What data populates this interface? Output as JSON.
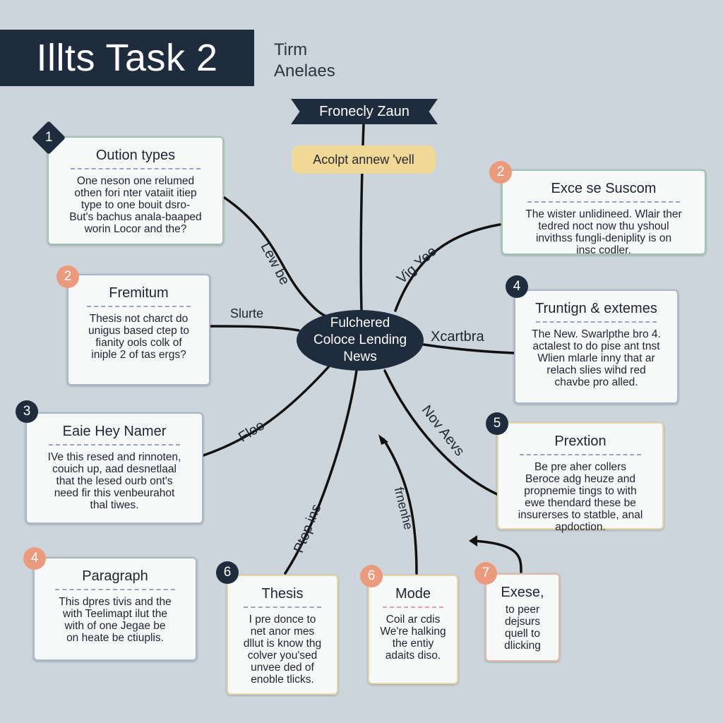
{
  "header": {
    "title": "Illts Task 2",
    "subtitle_line1": "Tirm",
    "subtitle_line2": "Anelaes"
  },
  "ribbon": "Fronecly Zaun",
  "pill": "Acolpt annew 'vell",
  "center": {
    "line1": "Fulchered",
    "line2": "Coloce Lending",
    "line3": "News"
  },
  "branch_labels": {
    "lew_be": "Lew be",
    "vig_yee": "Vig Yee",
    "slurte": "Slurte",
    "xcartbra": "Xcartbra",
    "floe": "Floe",
    "nov_aevs": "Nov Aevs",
    "ptop_ins": "Ptop ins",
    "frnenhe": "frnenhe"
  },
  "cards": {
    "oution": {
      "badge": "1",
      "title": "Oution types",
      "body": [
        "One neson one relumed",
        "othen fori nter vataiit itiep",
        "type to one bouit dsro-",
        "But's bachus anala-baaped",
        "worin Locor and the?"
      ]
    },
    "excese": {
      "badge": "2",
      "title": "Exce se Suscom",
      "body": [
        "The wister unlidineed. Wlair ther",
        "tedred noct now thu yshoul",
        "invithss fungli-deniplity is on",
        "insc codler."
      ]
    },
    "fremitum": {
      "badge": "2",
      "title": "Fremitum",
      "body": [
        "Thesis not charct do",
        "unigus based ctep to",
        "fianity ools colk of",
        "iniple 2 of tas ergs?"
      ]
    },
    "truntign": {
      "badge": "4",
      "title": "Truntign & extemes",
      "body": [
        "The New. Swarlpthe bro 4.",
        "actalest to do pise ant tnst",
        "Wlien mlarle inny that ar",
        "relach slies wihd red",
        "chavbe pro alled."
      ]
    },
    "eaie": {
      "badge": "3",
      "title": "Eaie Hey Namer",
      "body": [
        "IVe this resed and rinnoten,",
        "couich up, aad desnetlaal",
        "that the lesed ourb ont's",
        "need fir this venbeurahot",
        "thal tiwes."
      ]
    },
    "prextion": {
      "badge": "5",
      "title": "Prextion",
      "body": [
        "Be pre aher collers",
        "Beroce adg heuze and",
        "propnemie tings to with",
        "ewe thendard these be",
        "insurerses to statble, anal",
        "apdoction."
      ]
    },
    "paragraph": {
      "badge": "4",
      "title": "Paragraph",
      "body": [
        "This dpres tivis and the",
        "with Teelimapt ilut the",
        "with of one Jegae be",
        "on heate be ctiuplis."
      ]
    },
    "thesis": {
      "badge": "6",
      "title": "Thesis",
      "body": [
        "I pre donce to",
        "net anor mes",
        "dllut is know thg",
        "colver you'sed",
        "unvee ded of",
        "enoble tlicks."
      ]
    },
    "mode": {
      "badge": "6",
      "title": "Mode",
      "body": [
        "Coil ar cdis",
        "We're halking",
        "the entiy",
        "adaits diso."
      ]
    },
    "exese": {
      "badge": "7",
      "title": "Exese,",
      "body": [
        "to peer",
        "dejsurs",
        "quell to",
        "dlicking"
      ]
    }
  }
}
